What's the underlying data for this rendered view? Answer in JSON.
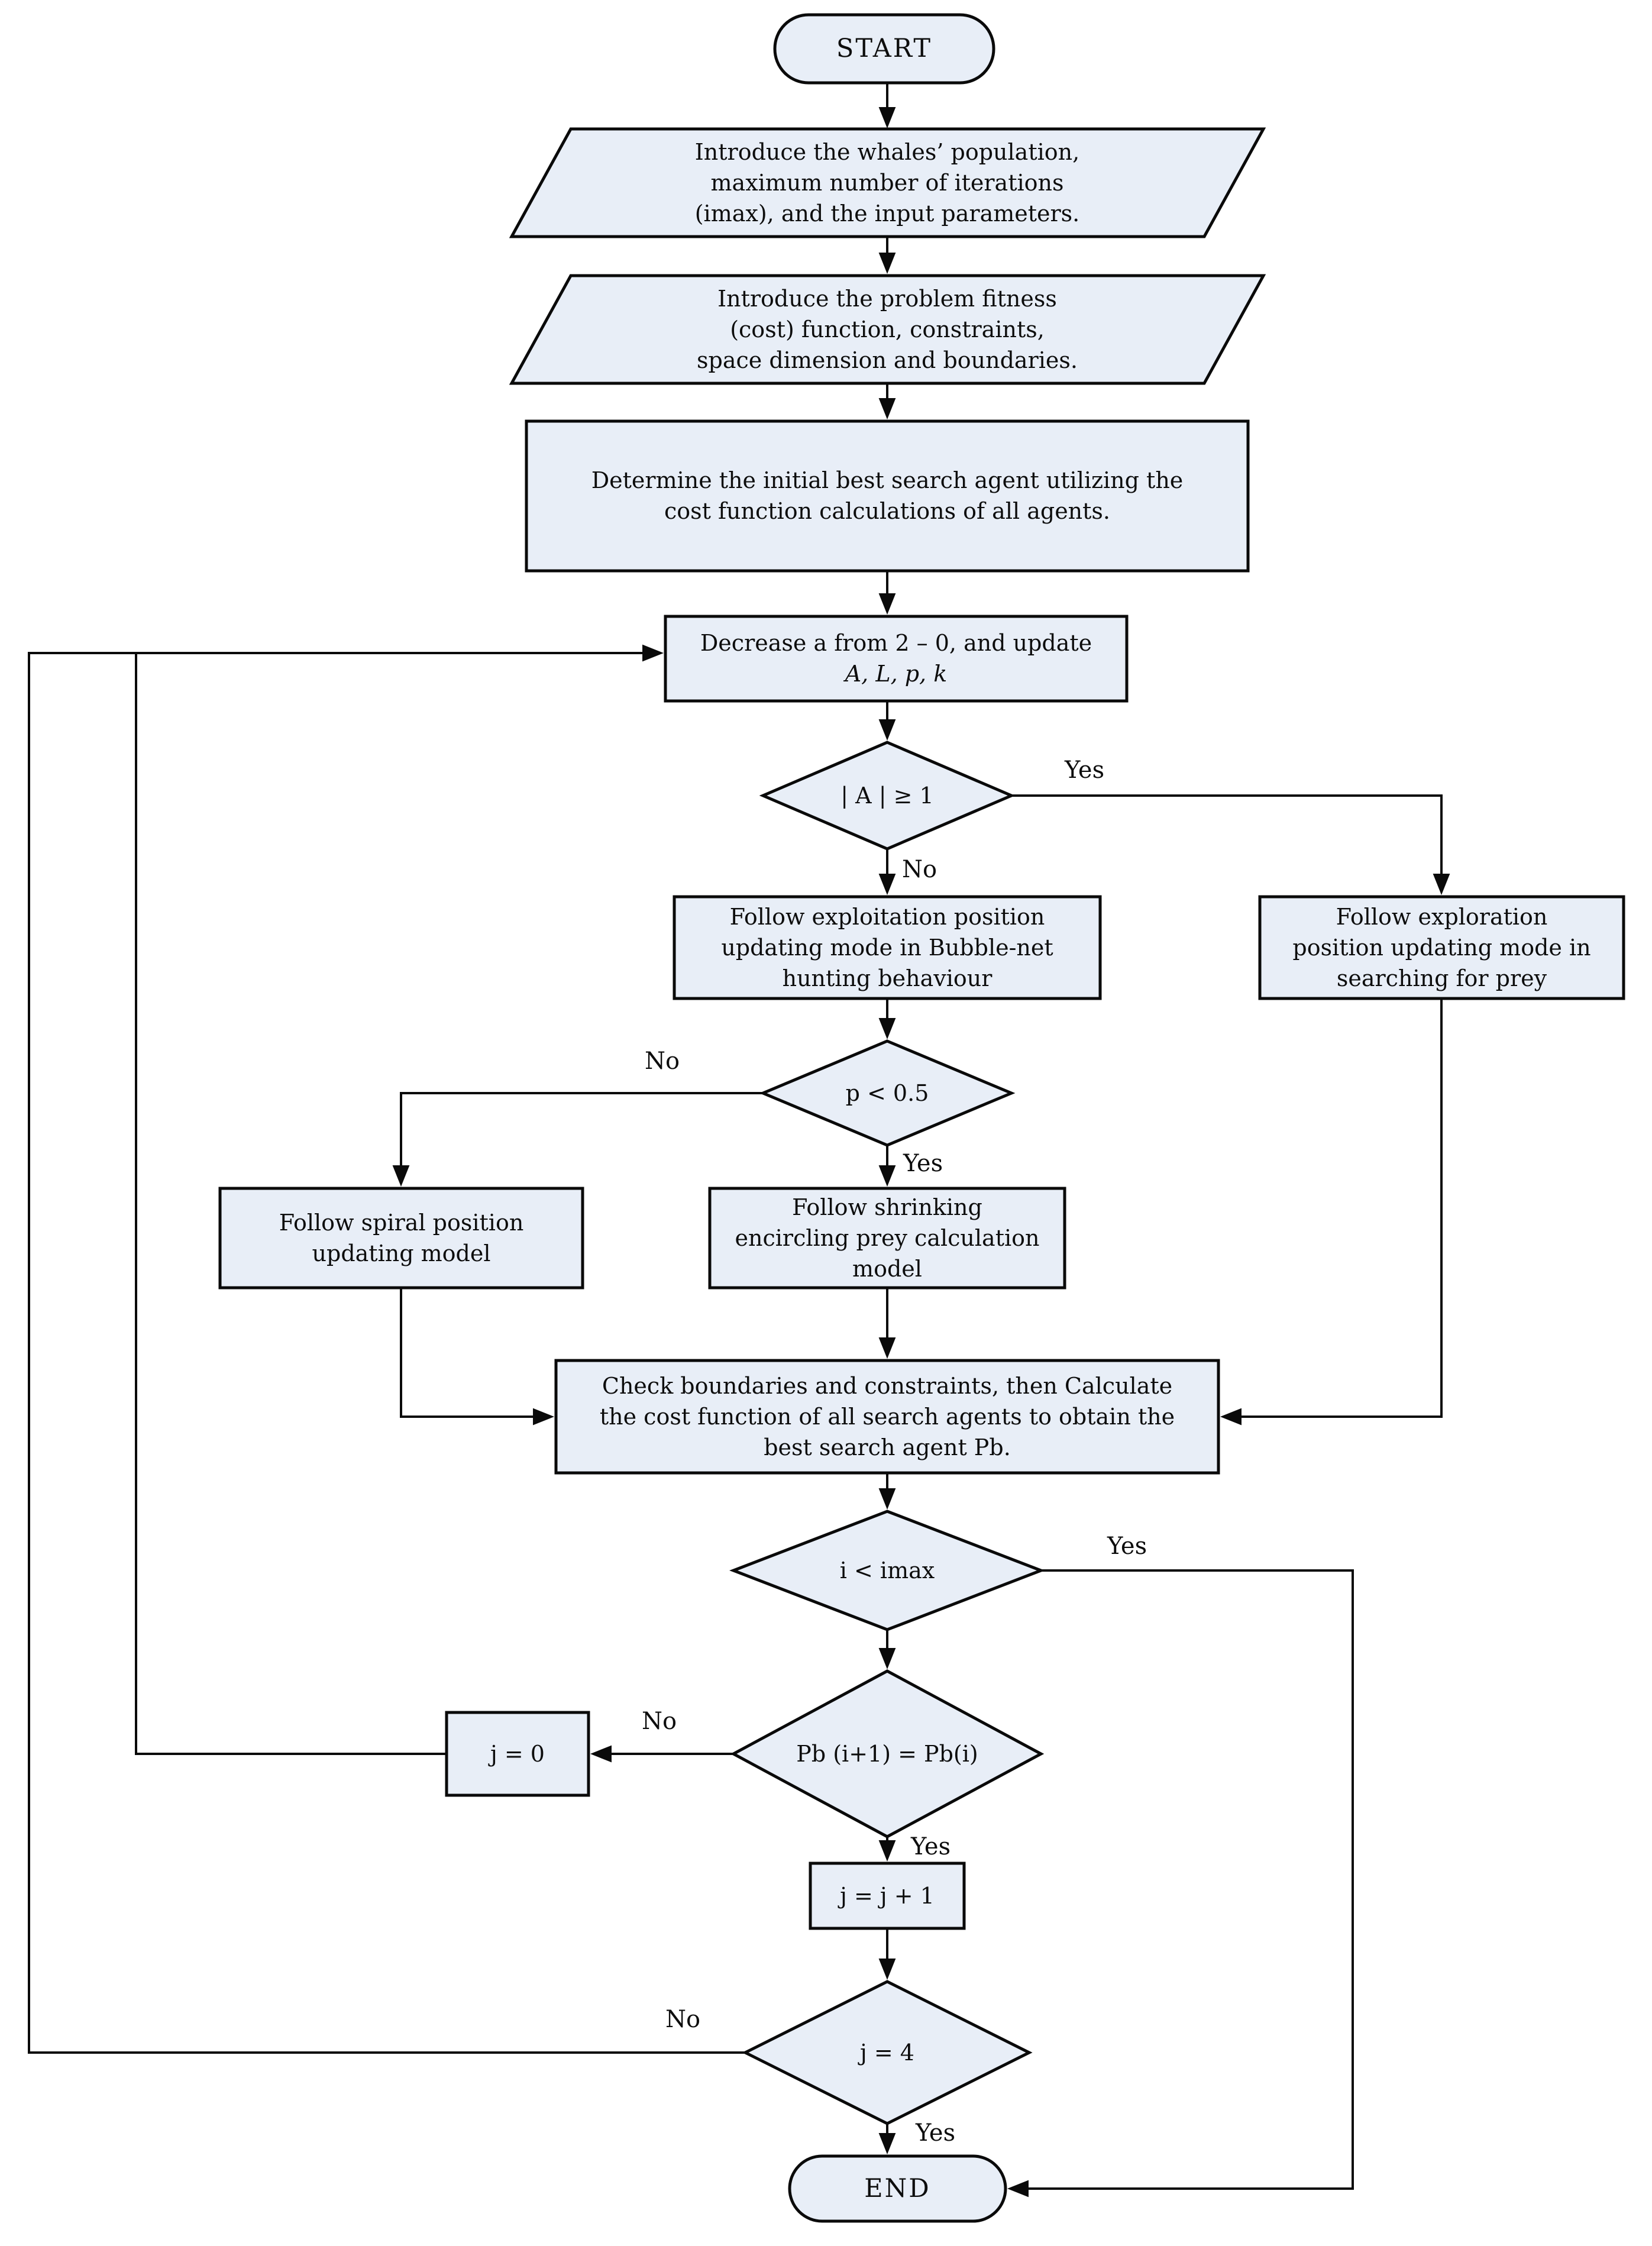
{
  "diagram": {
    "title": "Whale Optimization Algorithm flowchart",
    "colors": {
      "node_fill": "#e8eef7",
      "node_stroke": "#0a0a0a",
      "edge": "#0a0a0a",
      "background": "#ffffff"
    }
  },
  "nodes": {
    "start": {
      "type": "terminator",
      "label": "START"
    },
    "intro_population": {
      "type": "input",
      "lines": [
        "Introduce the whales’ population,",
        "maximum number of iterations",
        "(imax), and the input parameters."
      ]
    },
    "intro_fitness": {
      "type": "input",
      "lines": [
        "Introduce the problem fitness",
        "(cost) function, constraints,",
        "space dimension and boundaries."
      ]
    },
    "determine_initial": {
      "type": "process",
      "lines": [
        "Determine the initial best search agent utilizing the",
        "cost function calculations of all agents."
      ]
    },
    "decrease_a": {
      "type": "process",
      "lines": [
        "Decrease a from 2 – 0, and update",
        "A, L, p, k"
      ]
    },
    "abs_a_check": {
      "type": "decision",
      "label": "| A | ≥ 1"
    },
    "exploitation": {
      "type": "process",
      "lines": [
        "Follow exploitation position",
        "updating mode in Bubble-net",
        "hunting behaviour"
      ]
    },
    "exploration": {
      "type": "process",
      "lines": [
        "Follow exploration",
        "position updating mode in",
        "searching for prey"
      ]
    },
    "p_check": {
      "type": "decision",
      "label": "p < 0.5"
    },
    "spiral": {
      "type": "process",
      "lines": [
        "Follow spiral position",
        "updating model"
      ]
    },
    "shrinking": {
      "type": "process",
      "lines": [
        "Follow shrinking",
        "encircling prey calculation",
        "model"
      ]
    },
    "check_boundaries": {
      "type": "process",
      "lines": [
        "Check boundaries and constraints, then Calculate",
        "the cost function of all search agents to obtain the",
        "best search agent Pb."
      ]
    },
    "iter_check": {
      "type": "decision",
      "label": "i < imax"
    },
    "pb_check": {
      "type": "decision",
      "label": "Pb (i+1) =  Pb(i)"
    },
    "j_zero": {
      "type": "process",
      "label": "j = 0"
    },
    "j_increment": {
      "type": "process",
      "label": "j = j + 1"
    },
    "j_four_check": {
      "type": "decision",
      "label": "j = 4"
    },
    "end": {
      "type": "terminator",
      "label": "END"
    }
  },
  "edge_labels": {
    "abs_yes": "Yes",
    "abs_no": "No",
    "p_no": "No",
    "p_yes": "Yes",
    "iter_yes": "Yes",
    "pb_no": "No",
    "pb_yes": "Yes",
    "j4_no": "No",
    "j4_yes": "Yes"
  }
}
